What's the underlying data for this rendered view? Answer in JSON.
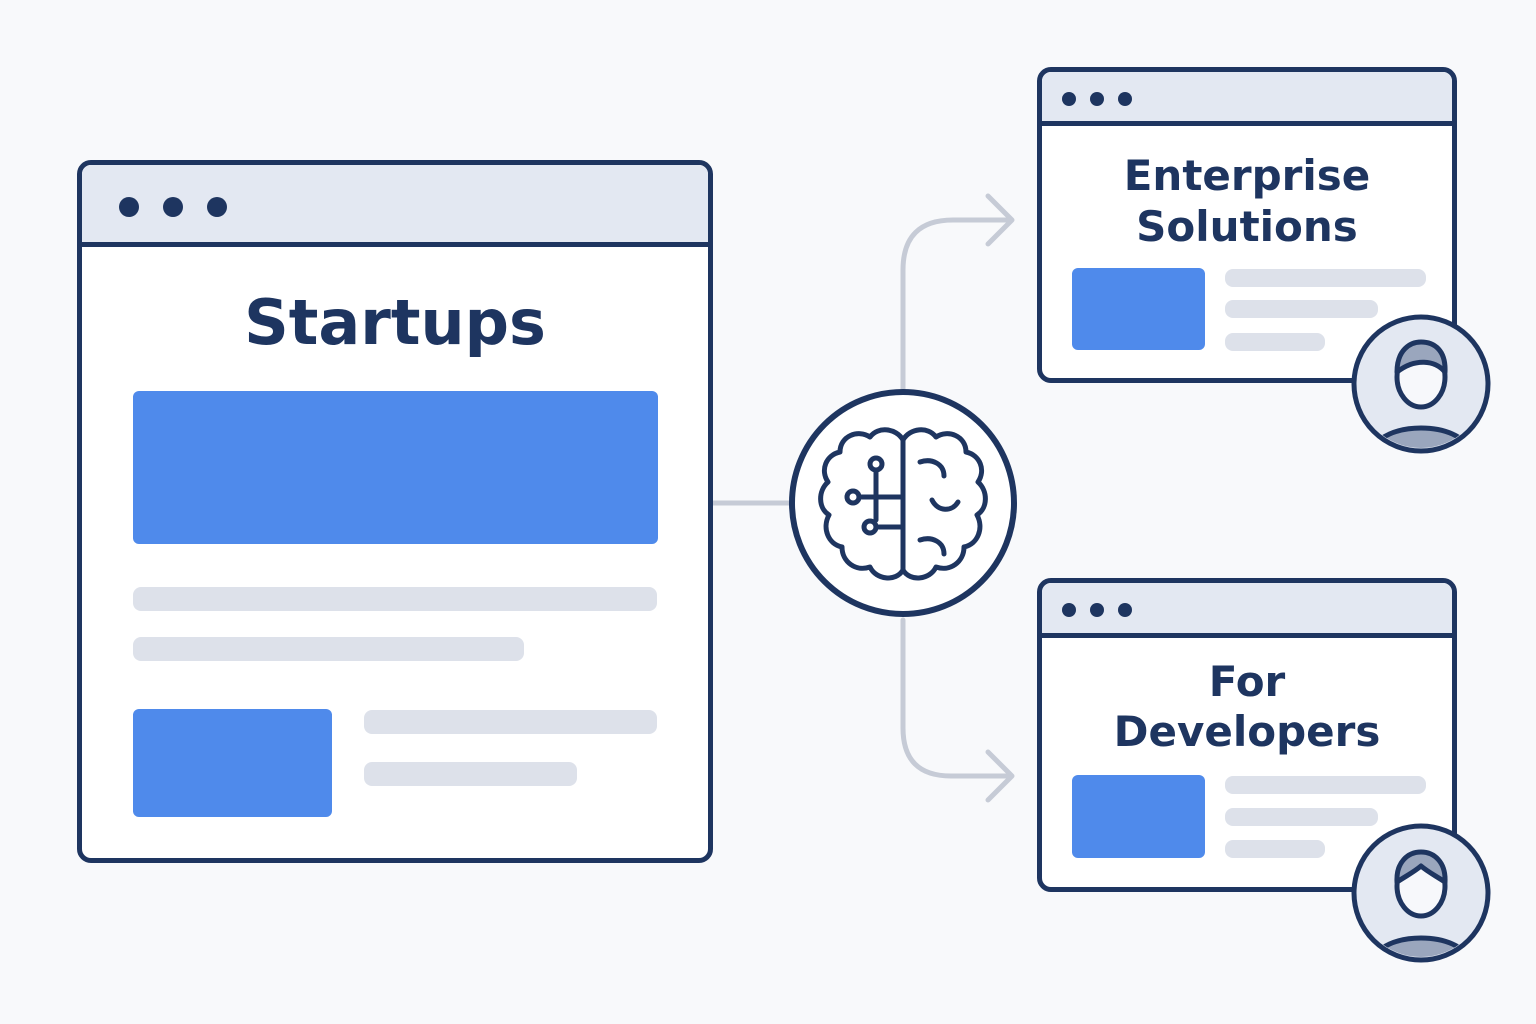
{
  "colors": {
    "outline": "#1e3560",
    "accent_block": "#4f8aeb",
    "titlebar": "#e3e8f2",
    "placeholder_line": "#dde1ea",
    "connector": "#c6cbd6",
    "background": "#f8f9fb"
  },
  "windows": {
    "startups": {
      "title": "Startups"
    },
    "enterprise": {
      "title_line1": "Enterprise",
      "title_line2": "Solutions"
    },
    "developers": {
      "title_line1": "For",
      "title_line2": "Developers"
    }
  },
  "icons": {
    "hub": "brain-circuit-icon",
    "enterprise_user": "user-avatar-icon",
    "developer_user": "user-avatar-icon",
    "arrows": "arrow-right-icon"
  }
}
